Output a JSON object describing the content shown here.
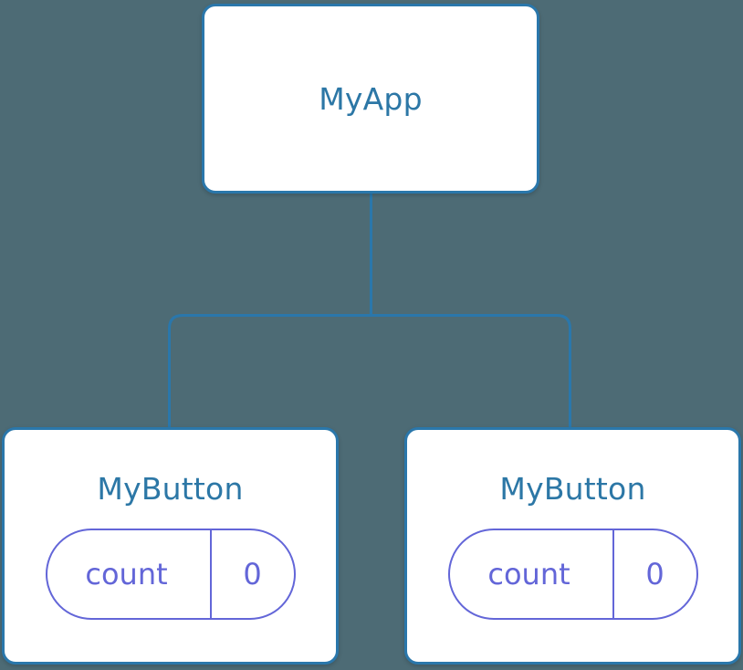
{
  "diagram": {
    "type": "component-tree",
    "background_color": "#4d6b75",
    "node_border_color": "#2a77ab",
    "node_text_color": "#2c77a6",
    "prop_color": "#6366d8",
    "edge_color": "#2a77ab"
  },
  "nodes": {
    "root": {
      "label": "MyApp"
    },
    "child_left": {
      "label": "MyButton",
      "prop": {
        "key": "count",
        "value": "0"
      }
    },
    "child_right": {
      "label": "MyButton",
      "prop": {
        "key": "count",
        "value": "0"
      }
    }
  }
}
